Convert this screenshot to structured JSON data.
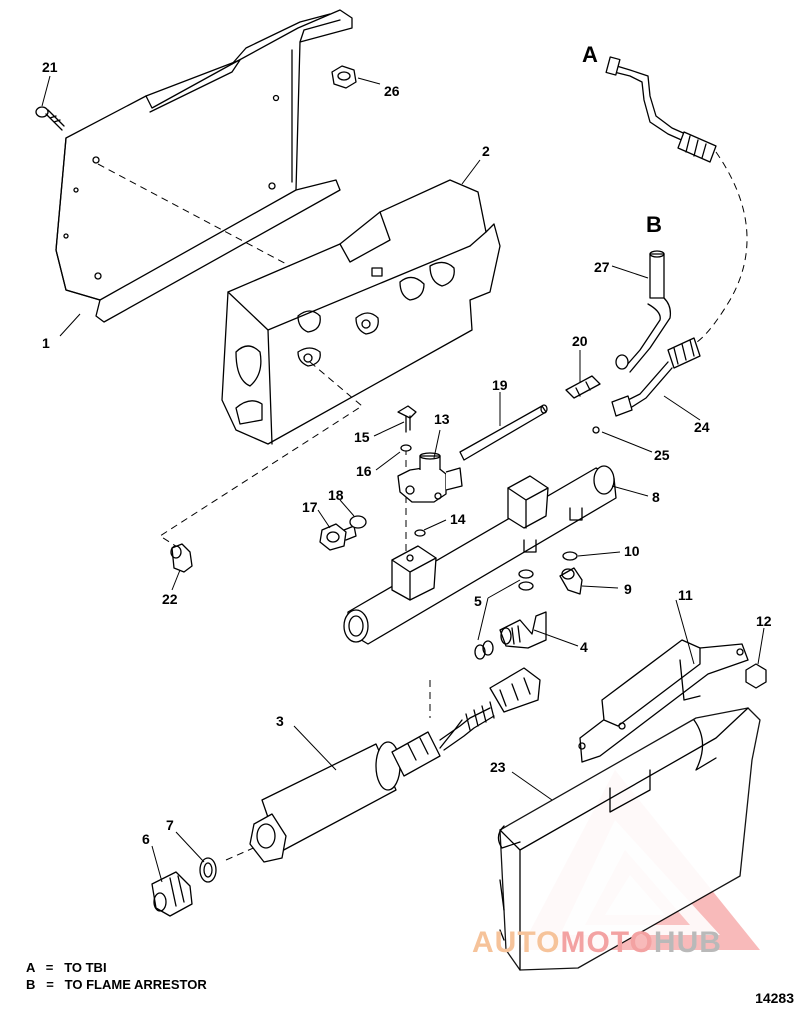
{
  "diagram": {
    "callouts": [
      "1",
      "2",
      "3",
      "4",
      "5",
      "6",
      "7",
      "8",
      "9",
      "10",
      "11",
      "12",
      "13",
      "14",
      "15",
      "16",
      "17",
      "18",
      "19",
      "20",
      "21",
      "22",
      "23",
      "24",
      "25",
      "26",
      "27"
    ],
    "connection_a": "A",
    "connection_b": "B",
    "legend": [
      {
        "key": "A",
        "separator": "=",
        "text": "TO TBI"
      },
      {
        "key": "B",
        "separator": "=",
        "text": "TO FLAME ARRESTOR"
      }
    ],
    "figure_number": "14283"
  },
  "watermark": {
    "part1": "AUTO",
    "part2": "MOTO",
    "part3": "HUB",
    "colors": {
      "auto": "#f6c39a",
      "moto": "#f3a2a2",
      "hub": "#b9b9b9",
      "triangle": "#e85a5a"
    }
  }
}
